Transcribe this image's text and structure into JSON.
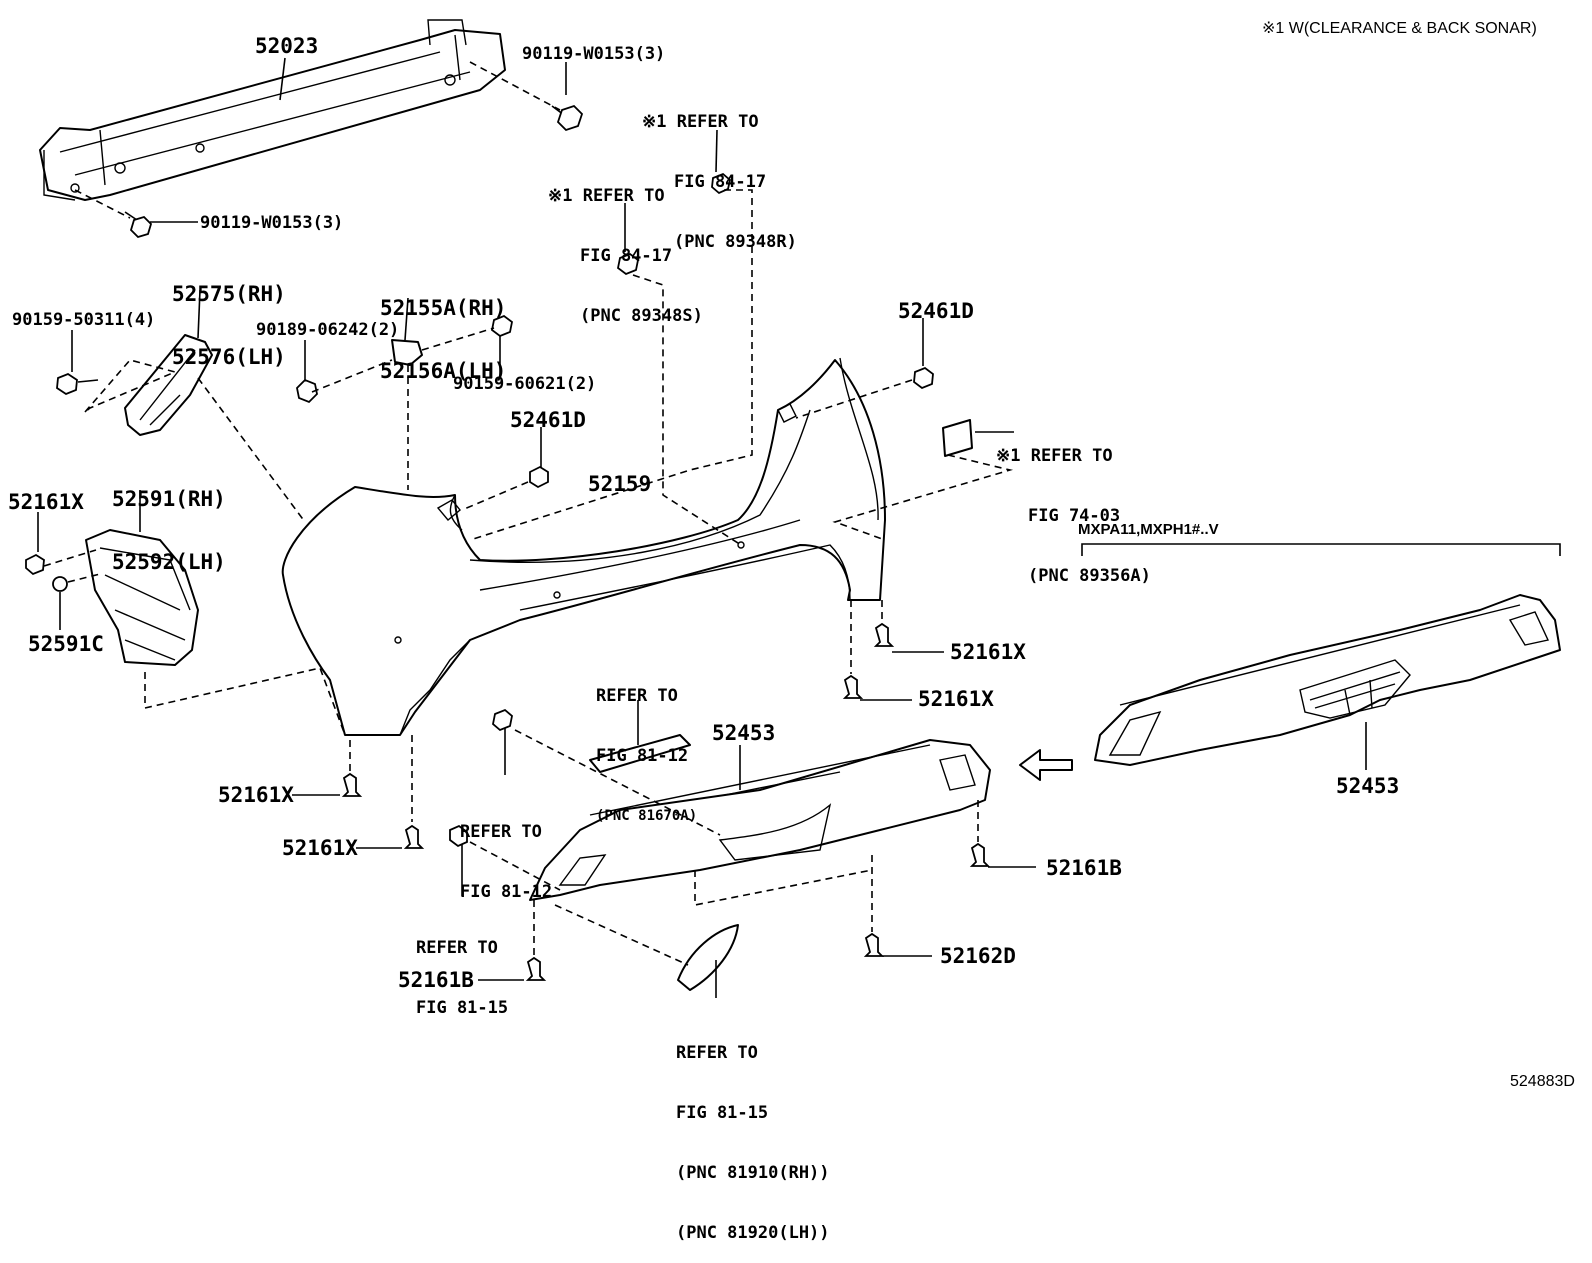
{
  "note": "※1 W(CLEARANCE & BACK SONAR)",
  "diagram_id": "524883D",
  "variant_label": "MXPA11,MXPH1#..V",
  "labels": {
    "p52023": "52023",
    "bolt_upper": "90119-W0153(3)",
    "bolt_lower": "90119-W0153(3)",
    "refer_89348r": [
      "※1 REFER TO",
      "FIG 84-17",
      "(PNC 89348R)"
    ],
    "refer_89348s": [
      "※1 REFER TO",
      "FIG 84-17",
      "(PNC 89348S)"
    ],
    "retainer_rh": "52575(RH)",
    "retainer_lh": "52576(LH)",
    "bracket_rh": "52155A(RH)",
    "bracket_lh": "52156A(LH)",
    "screw_50311": "90159-50311(4)",
    "clip_06242": "90189-06242(2)",
    "screw_60621": "90159-60621(2)",
    "p52461d_top": "52461D",
    "p52461d_mid": "52461D",
    "refer_89356a": [
      "※1 REFER TO",
      "FIG 74-03",
      "(PNC 89356A)"
    ],
    "guard_rh": "52591(RH)",
    "guard_lh": "52592(LH)",
    "p52159": "52159",
    "p52161x_left": "52161X",
    "p52591c": "52591C",
    "p52161x_r1": "52161X",
    "p52161x_r2": "52161X",
    "refer_81670a": [
      "REFER TO",
      "FIG 81-12",
      "(PNC 81670A)"
    ],
    "p52453_center": "52453",
    "p52453_right": "52453",
    "refer_81_12": [
      "REFER TO",
      "FIG 81-12"
    ],
    "p52161x_b1": "52161X",
    "p52161x_b2": "52161X",
    "refer_81_15": [
      "REFER TO",
      "FIG 81-15"
    ],
    "p52161b_right": "52161B",
    "p52161b_left": "52161B",
    "p52162d": "52162D",
    "refer_81910": [
      "REFER TO",
      "FIG 81-15",
      "(PNC 81910(RH))",
      "(PNC 81920(LH))"
    ]
  }
}
